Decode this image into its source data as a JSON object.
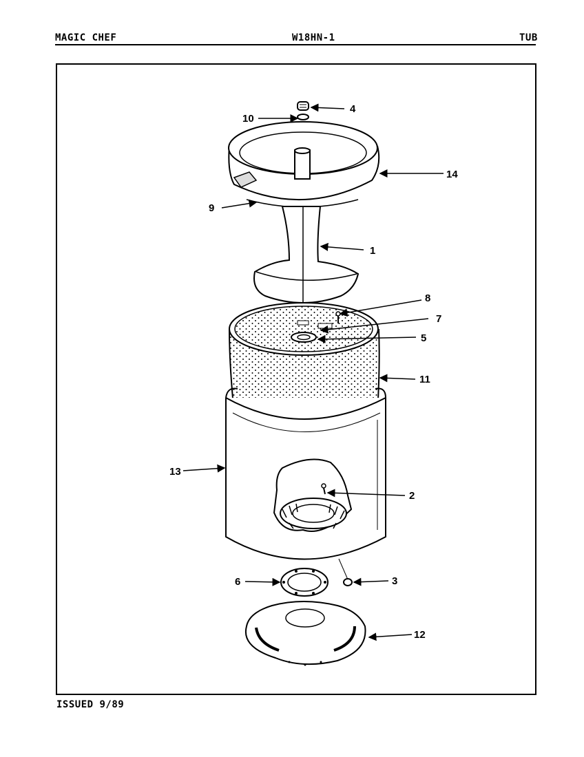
{
  "header": {
    "brand": "MAGIC CHEF",
    "model": "W18HN-1",
    "section": "TUB"
  },
  "footer": {
    "issued": "ISSUED 9/89"
  },
  "callouts": [
    "1",
    "2",
    "3",
    "4",
    "5",
    "6",
    "7",
    "8",
    "9",
    "10",
    "11",
    "12",
    "13",
    "14"
  ]
}
